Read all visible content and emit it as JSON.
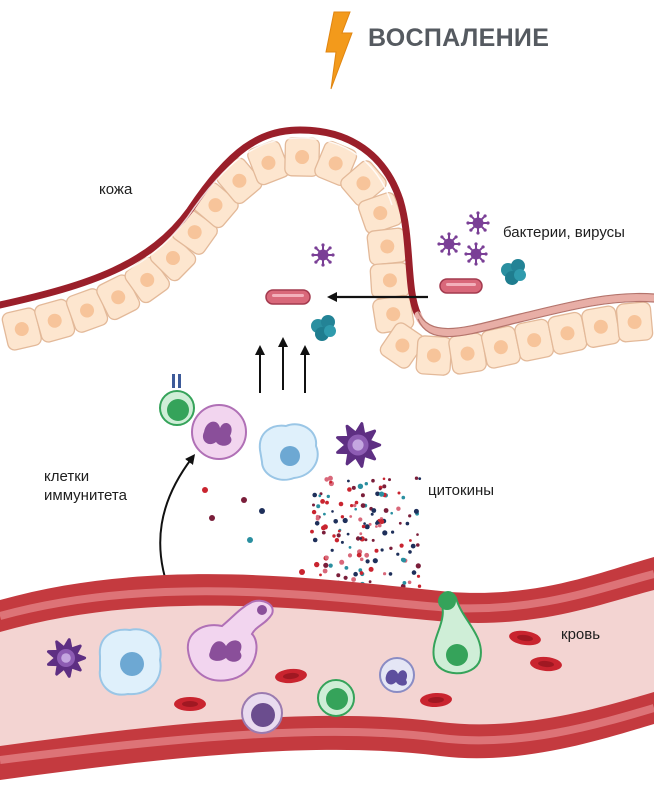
{
  "title": "ВОСПАЛЕНИЕ",
  "labels": {
    "skin": "кожа",
    "microbes": "бактерии, вирусы",
    "immune_cells_line1": "клетки",
    "immune_cells_line2": "иммунитета",
    "cytokines": "цитокины",
    "blood": "кровь"
  },
  "icons": {
    "lightning": "lightning-bolt-icon"
  },
  "colors": {
    "lightning": "#f39a1b",
    "title": "#555a60",
    "skin_cell_fill": "#fde6cf",
    "skin_cell_nucleus": "#f7c49a",
    "skin_border": "#9a1f2a",
    "vessel_wall": "#c43a3f",
    "vessel_lumen": "#f3d4d2",
    "red_blood_cell": "#c9242f",
    "virus": "#7a3f96",
    "bacterium": "#d9687a",
    "bacterial_cluster": "#2a8fa0",
    "t_cell": "#35a35a",
    "neutrophil": "#b070b6",
    "macrophage": "#9ac6e6",
    "dendritic_cell": "#5e2f83"
  }
}
